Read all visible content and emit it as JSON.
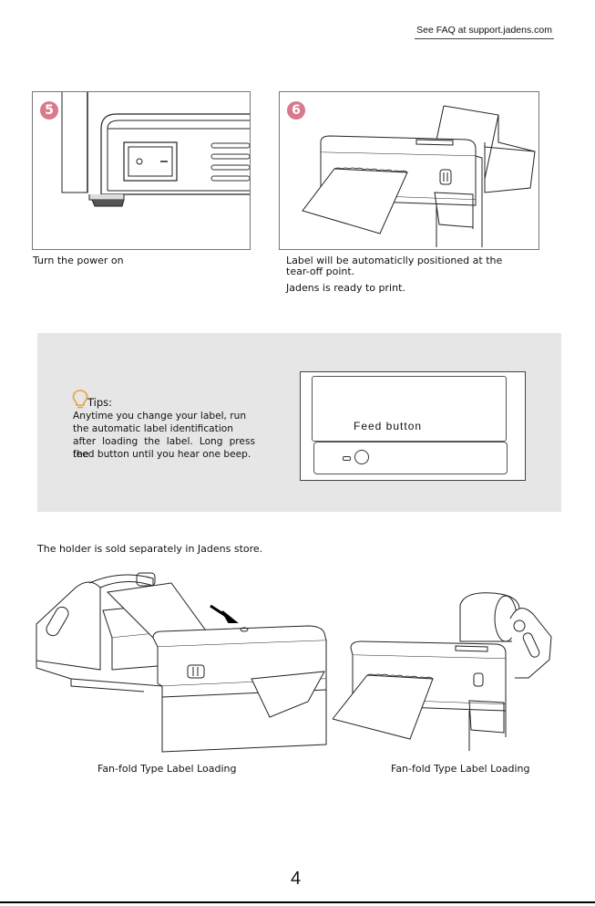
{
  "header": {
    "faq_text": "See FAQ at  support.jadens.com"
  },
  "steps": [
    {
      "number": "5",
      "caption_lines": [
        "Turn the power on"
      ]
    },
    {
      "number": "6",
      "caption_lines": [
        "Label will be automaticlly positioned at the",
        "tear-off point.",
        "Jadens is ready to print."
      ]
    }
  ],
  "tips": {
    "title": "Tips:",
    "lines": [
      "Anytime you change your label, run",
      "the automatic label identification",
      "after loading the label. Long press the",
      "feed button until you hear one beep."
    ],
    "feed_button_label": "Feed  button"
  },
  "holder_note": "The holder is sold separately in Jadens store.",
  "illustrations": [
    {
      "caption": "Fan-fold Type Label Loading"
    },
    {
      "caption": "Fan-fold Type Label Loading"
    }
  ],
  "footer": {
    "page_number": "4"
  }
}
